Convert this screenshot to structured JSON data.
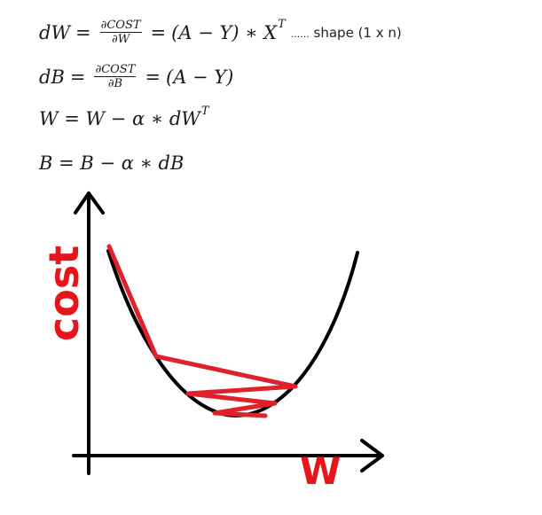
{
  "equations": {
    "eq1": {
      "lhs": "dW",
      "frac_num": "∂COST",
      "frac_den": "∂W",
      "rhs": "(A − Y) ∗ X",
      "rhs_sup": "T",
      "dots": "......",
      "note": "shape (1 x n)"
    },
    "eq2": {
      "lhs": "dB",
      "frac_num": "∂COST",
      "frac_den": "∂B",
      "rhs": "(A − Y)"
    },
    "eq3": {
      "text": "W = W − α ∗ dW",
      "sup": "T"
    },
    "eq4": {
      "text": "B = B − α ∗ dB"
    }
  },
  "graph": {
    "y_label": "cost",
    "x_label": "W",
    "label_color": "#e8141b",
    "curve_color": "#000000",
    "path_color": "#e0202a"
  }
}
